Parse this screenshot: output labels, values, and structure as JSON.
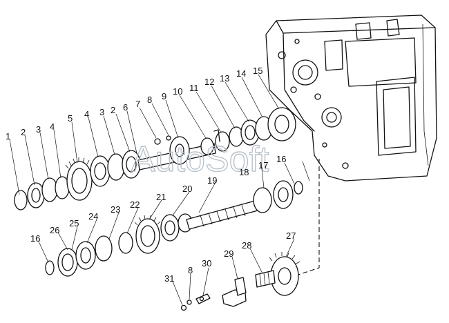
{
  "watermark": "AutoSoft",
  "labels": [
    "1",
    "2",
    "3",
    "4",
    "5",
    "4",
    "3",
    "2",
    "6",
    "7",
    "8",
    "9",
    "10",
    "11",
    "12",
    "13",
    "14",
    "15",
    "16",
    "17",
    "18",
    "19",
    "20",
    "21",
    "22",
    "23",
    "24",
    "25",
    "26",
    "16",
    "27",
    "28",
    "29",
    "30",
    "8",
    "31"
  ]
}
